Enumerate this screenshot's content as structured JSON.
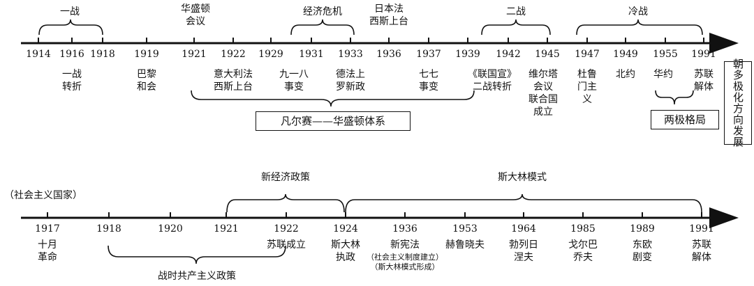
{
  "top": {
    "years": [
      "1914",
      "1916",
      "1918",
      "1919",
      "1921",
      "1922",
      "1929",
      "1931",
      "1933",
      "1936",
      "1937",
      "1939",
      "1942",
      "1945",
      "1947",
      "1949",
      "1955",
      "1991"
    ],
    "period_labels": {
      "ww1": "一战",
      "washington": [
        "华盛顿",
        "会议"
      ],
      "crisis": "经济危机",
      "japan": [
        "日本法",
        "西斯上台"
      ],
      "ww2": "二战",
      "coldwar": "冷战"
    },
    "events": {
      "ww1_turn": [
        "一战",
        "转折"
      ],
      "paris": [
        "巴黎",
        "和会"
      ],
      "italy": [
        "意大利法",
        "西斯上台"
      ],
      "sept18": [
        "九一八",
        "事变"
      ],
      "germany": [
        "德法上",
        "罗新政"
      ],
      "july7": [
        "七七",
        "事变"
      ],
      "un_decl": [
        "《联国宣》",
        "二战转折"
      ],
      "yalta": [
        "维尔塔",
        "会议",
        "联合国",
        "成立"
      ],
      "truman": [
        "杜鲁",
        "门主",
        "义"
      ],
      "nato": "北约",
      "warsaw": "华约",
      "ussr_end": [
        "苏联",
        "解体"
      ]
    },
    "system_box": "凡尔赛——华盛顿体系",
    "bipolar_box": "两极格局",
    "multi_box": "朝多极化方向发展"
  },
  "bottom": {
    "side_label": "（社会主义国家）",
    "years": [
      "1917",
      "1918",
      "1920",
      "1921",
      "1922",
      "1924",
      "1936",
      "1953",
      "1964",
      "1985",
      "1989",
      "1991"
    ],
    "nep": "新经济政策",
    "stalin_model": "斯大林模式",
    "war_communism": "战时共产主义政策",
    "events": {
      "october": [
        "十月",
        "革命"
      ],
      "ussr_found": "苏联成立",
      "stalin_rule": [
        "斯大林",
        "执政"
      ],
      "constitution": "新宪法",
      "constitution_note": [
        "（社会主义制度建立）",
        "（斯大林模式形成）"
      ],
      "khrushchev": "赫鲁晓夫",
      "brezhnev": [
        "勃列日",
        "涅夫"
      ],
      "gorbachev": [
        "戈尔巴",
        "乔夫"
      ],
      "east_europe": [
        "东欧",
        "剧变"
      ],
      "ussr_end": [
        "苏联",
        "解体"
      ]
    }
  }
}
